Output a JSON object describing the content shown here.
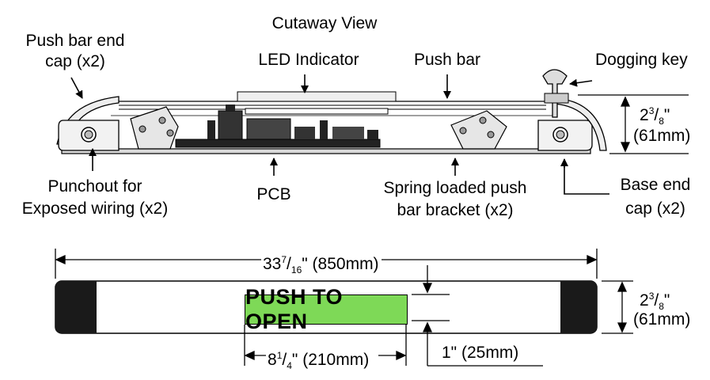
{
  "title": "Cutaway View",
  "labels": {
    "end_cap_1": "Push bar end",
    "end_cap_2": "cap (x2)",
    "led": "LED Indicator",
    "push_bar": "Push bar",
    "dogging_key": "Dogging key",
    "punchout_1": "Punchout for",
    "punchout_2": "Exposed wiring (x2)",
    "pcb": "PCB",
    "spring_1": "Spring loaded push",
    "spring_2": "bar bracket (x2)",
    "base_cap_1": "Base end",
    "base_cap_2": "cap (x2)"
  },
  "dimensions": {
    "height_top_whole": "2",
    "height_top_num": "3",
    "height_top_den": "8",
    "height_top_unit": "\"",
    "height_top_mm": "(61mm)",
    "length_whole": "33",
    "length_num": "7",
    "length_den": "16",
    "length_mm": "\" (850mm)",
    "height_bottom_whole": "2",
    "height_bottom_num": "3",
    "height_bottom_den": "8",
    "height_bottom_unit": "\"",
    "height_bottom_mm": "(61mm)",
    "banner_whole": "8",
    "banner_num": "1",
    "banner_den": "4",
    "banner_mm": "\" (210mm)",
    "offset": "1\" (25mm)"
  },
  "banner": {
    "text": "PUSH TO OPEN",
    "color": "#7ed957"
  },
  "colors": {
    "end_cap_fill": "#1a1a1a",
    "board": "#222222"
  }
}
